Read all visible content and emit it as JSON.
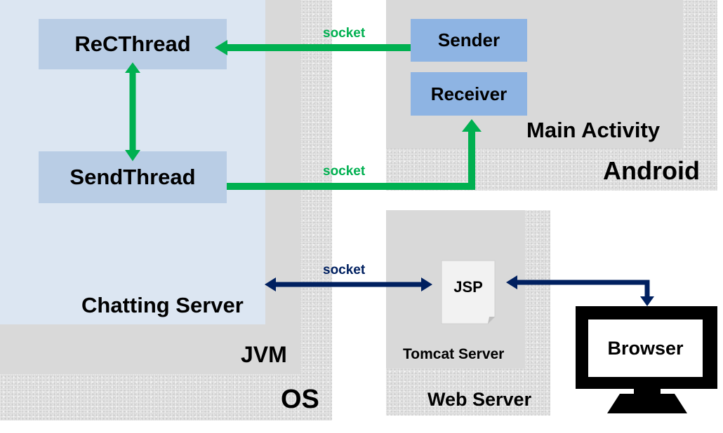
{
  "regions": {
    "os": "OS",
    "jvm": "JVM",
    "chatting_server": "Chatting Server",
    "android": "Android",
    "main_activity": "Main Activity",
    "web_server": "Web Server",
    "tomcat_server": "Tomcat Server"
  },
  "nodes": {
    "recthread": "ReCThread",
    "sendthread": "SendThread",
    "sender": "Sender",
    "receiver": "Receiver",
    "jsp": "JSP",
    "browser": "Browser"
  },
  "edges": [
    {
      "label": "socket",
      "from": "Sender",
      "to": "ReCThread",
      "color": "#00b050"
    },
    {
      "label": "socket",
      "from": "SendThread",
      "to": "Receiver",
      "color": "#00b050"
    },
    {
      "label": "socket",
      "from": "Chatting Server",
      "to": "JSP",
      "color": "#002060"
    }
  ],
  "colors": {
    "green_arrow": "#00b050",
    "navy_arrow": "#002060",
    "thread_box": "#b9cde5",
    "android_box": "#8eb4e3",
    "chatting_server_bg": "#dce6f2",
    "container_gray": "#d9d9d9"
  }
}
